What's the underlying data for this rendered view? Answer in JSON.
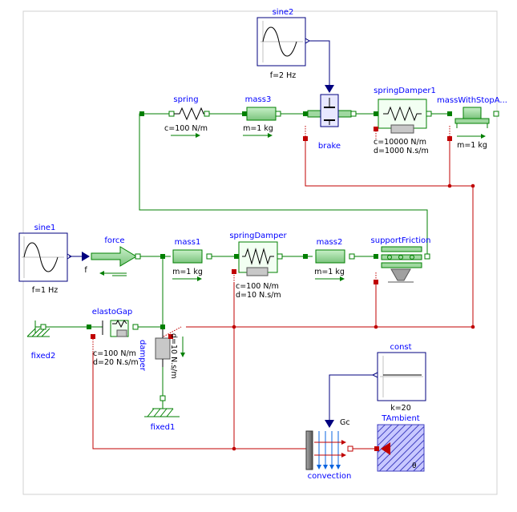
{
  "blocks": {
    "sine2": {
      "name": "sine2",
      "param": "f=2 Hz"
    },
    "spring": {
      "name": "spring",
      "param": "c=100 N/m"
    },
    "mass3": {
      "name": "mass3",
      "param": "m=1 kg"
    },
    "brake": {
      "name": "brake"
    },
    "springDamper1": {
      "name": "springDamper1",
      "param1": "c=10000 N/m",
      "param2": "d=1000 N.s/m"
    },
    "massWithStop": {
      "name": "massWithStopA...",
      "param": "m=1 kg"
    },
    "sine1": {
      "name": "sine1",
      "param": "f=1 Hz"
    },
    "force": {
      "name": "force",
      "port": "f"
    },
    "mass1": {
      "name": "mass1",
      "param": "m=1 kg"
    },
    "springDamper": {
      "name": "springDamper",
      "param1": "c=100 N/m",
      "param2": "d=10 N.s/m"
    },
    "mass2": {
      "name": "mass2",
      "param": "m=1 kg"
    },
    "supportFriction": {
      "name": "supportFriction"
    },
    "elastoGap": {
      "name": "elastoGap",
      "param1": "c=100 N/m",
      "param2": "d=20 N.s/m"
    },
    "fixed2": {
      "name": "fixed2"
    },
    "damper": {
      "name": "damper",
      "param": "d=10 N.s/m"
    },
    "fixed1": {
      "name": "fixed1"
    },
    "const": {
      "name": "const",
      "param": "k=20"
    },
    "convection": {
      "name": "convection",
      "port": "Gc"
    },
    "TAmbient": {
      "name": "TAmbient",
      "corner": "θ"
    }
  },
  "colors": {
    "label": "#0000ff",
    "mech_fill": "#9fd7a0",
    "mech_dark": "#007f00",
    "heat": "#c00000",
    "signal": "#00007f",
    "heat_blue": "#0a64e0",
    "ambient": "#8080ff"
  }
}
